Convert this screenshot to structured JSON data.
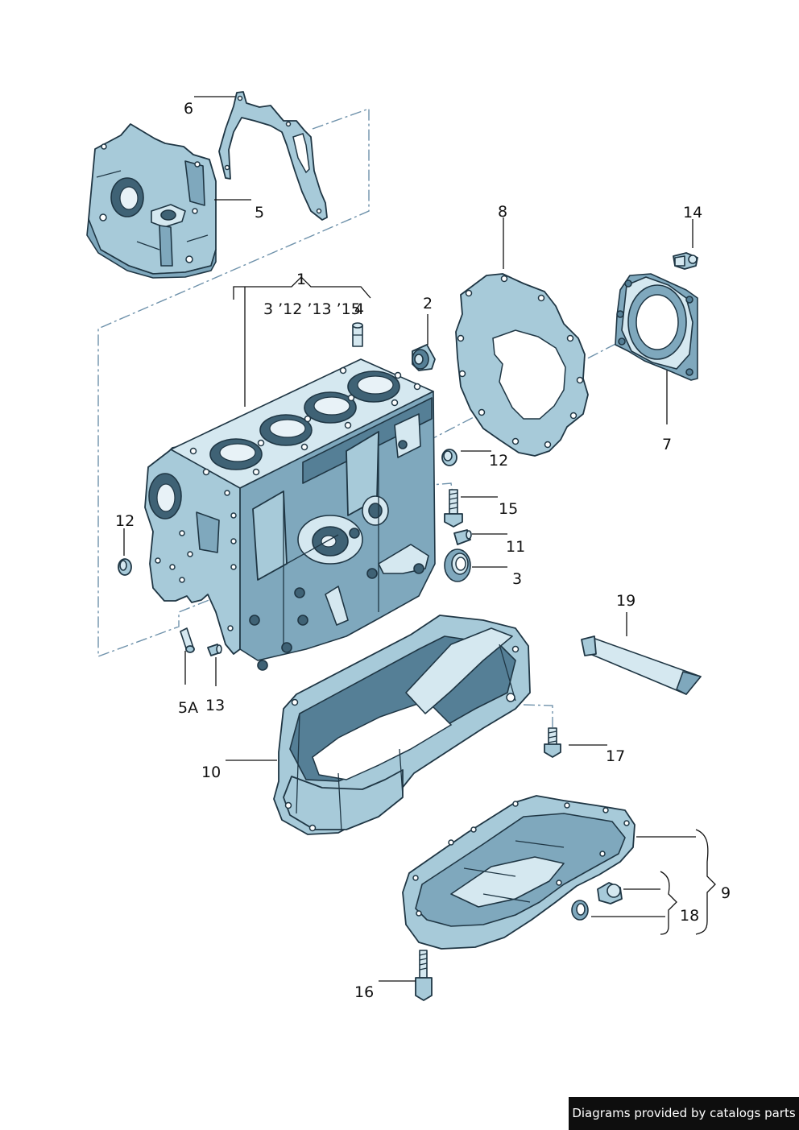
{
  "labels": {
    "l1": "1",
    "l1_sub": "3 ’12 ’13 ’15",
    "l2": "2",
    "l3": "3",
    "l4": "4",
    "l5": "5",
    "l5a": "5A",
    "l6": "6",
    "l7": "7",
    "l8": "8",
    "l9": "9",
    "l10": "10",
    "l11": "11",
    "l12a": "12",
    "l12b": "12",
    "l13": "13",
    "l14": "14",
    "l15": "15",
    "l16": "16",
    "l17": "17",
    "l18": "18",
    "l19": "19"
  },
  "footer": {
    "text": "Diagrams provided by catalogs parts"
  },
  "colors": {
    "part_fill": "#a7cad9",
    "part_shadow": "#557f96",
    "outline": "#1f3644",
    "dash_line": "#6f92ab"
  }
}
